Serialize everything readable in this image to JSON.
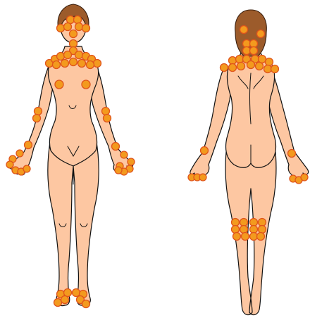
{
  "figures": [
    {
      "view": "front"
    },
    {
      "view": "back"
    }
  ],
  "colors": {
    "skin": "#FDC7A2",
    "outline": "#111111",
    "hair": "#9C5B2B",
    "marker_fill": "#F39A1E",
    "marker_stroke": "#E0541B",
    "background": "#FFFFFF"
  },
  "marker_regions": {
    "front": [
      "face",
      "neck",
      "shoulders",
      "breasts",
      "elbows",
      "wrists",
      "hands",
      "ankles"
    ],
    "back": [
      "head",
      "neck",
      "shoulders",
      "hands",
      "knees"
    ]
  }
}
